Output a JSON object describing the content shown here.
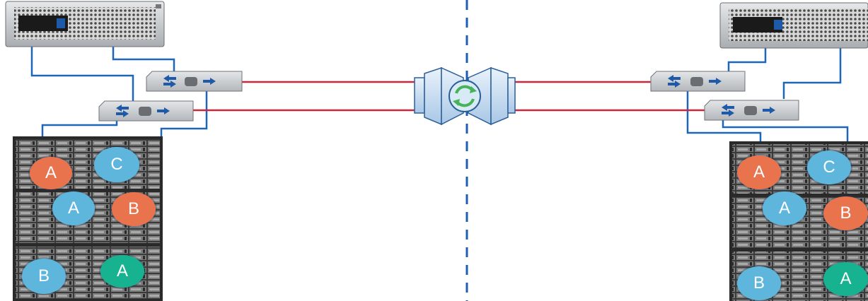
{
  "colors": {
    "cable_blue": "#1e66b8",
    "link_red": "#c8283c",
    "divider_blue": "#1e5fb4",
    "disk_orange": "#e9734d",
    "disk_blue": "#5fb6dc",
    "disk_teal": "#17b290",
    "shelf_dark": "#2a2a2a",
    "switch_gray": "#c9ccd0"
  },
  "icons": {
    "controller": "storage-controller-icon",
    "switch": "fc-switch-icon",
    "bridge": "replication-bridge-icon",
    "shelf": "disk-shelf-icon"
  },
  "left_site": {
    "disks": [
      {
        "label": "A",
        "color": "orange"
      },
      {
        "label": "C",
        "color": "blue"
      },
      {
        "label": "A",
        "color": "blue"
      },
      {
        "label": "B",
        "color": "orange"
      },
      {
        "label": "B",
        "color": "blue"
      },
      {
        "label": "A",
        "color": "teal"
      }
    ]
  },
  "right_site": {
    "disks": [
      {
        "label": "A",
        "color": "orange"
      },
      {
        "label": "C",
        "color": "blue"
      },
      {
        "label": "A",
        "color": "blue"
      },
      {
        "label": "B",
        "color": "orange"
      },
      {
        "label": "B",
        "color": "blue"
      },
      {
        "label": "A",
        "color": "teal"
      }
    ]
  }
}
